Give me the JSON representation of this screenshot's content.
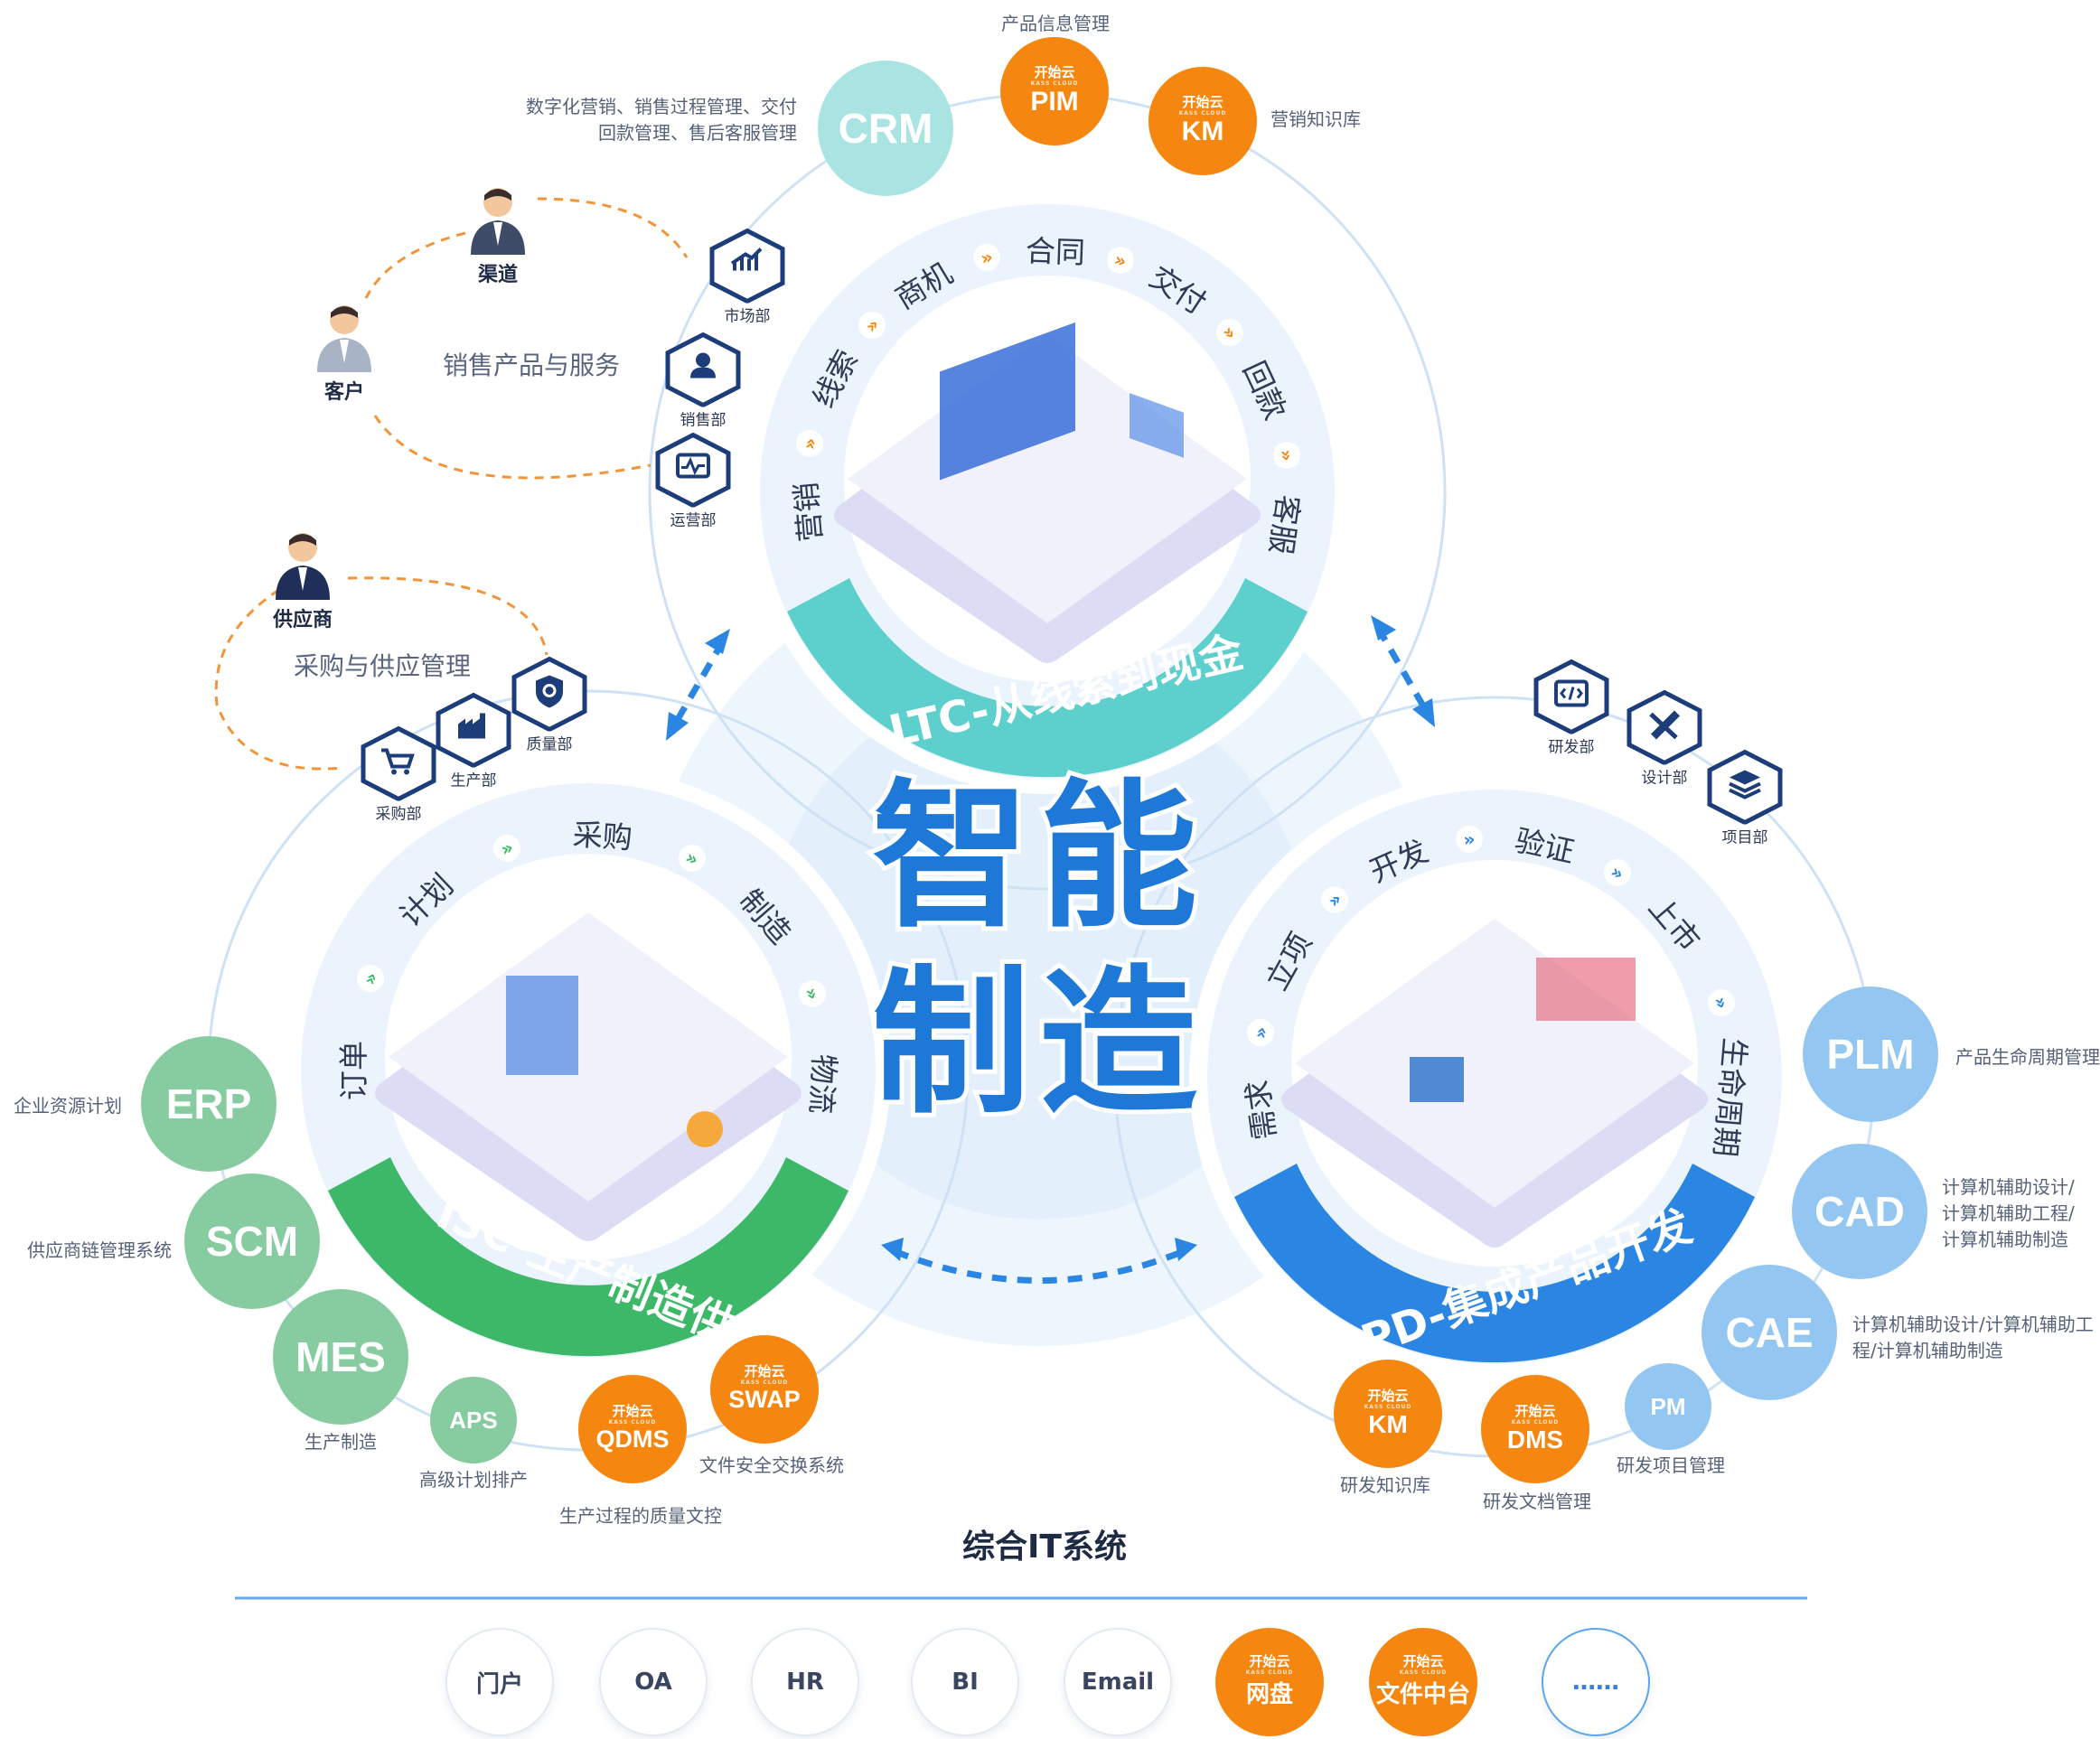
{
  "center_title": {
    "line1": "智能",
    "line2": "制造"
  },
  "brand": {
    "name": "开始云",
    "sub": "KASS CLOUD"
  },
  "ltc": {
    "band_label": "LTC-从线索到现金",
    "steps": [
      "营销",
      "线索",
      "商机",
      "合同",
      "交付",
      "回款",
      "客服"
    ],
    "departments": [
      "市场部",
      "销售部",
      "运营部"
    ],
    "stakeholders": [
      "渠道",
      "客户"
    ],
    "bubble_text": "销售产品与服务",
    "systems": [
      {
        "name": "CRM",
        "desc": [
          "数字化营销、销售过程管理、交付",
          "回款管理、售后客服管理"
        ]
      },
      {
        "name": "PIM",
        "desc": [
          "产品信息管理"
        ]
      },
      {
        "name": "KM",
        "desc": [
          "营销知识库"
        ]
      }
    ]
  },
  "isc": {
    "band_label": "ISC-生产制造供应链",
    "steps": [
      "订单",
      "计划",
      "采购",
      "制造",
      "物流"
    ],
    "departments": [
      "质量部",
      "生产部",
      "采购部"
    ],
    "stakeholders": [
      "供应商"
    ],
    "bubble_text": "采购与供应管理",
    "systems": [
      {
        "name": "ERP",
        "desc": [
          "企业资源计划"
        ]
      },
      {
        "name": "SCM",
        "desc": [
          "供应商链管理系统"
        ]
      },
      {
        "name": "MES",
        "desc": [
          "生产制造"
        ]
      },
      {
        "name": "APS",
        "desc": [
          "高级计划排产"
        ]
      },
      {
        "name": "QDMS",
        "desc": [
          "生产过程的质量文控"
        ]
      },
      {
        "name": "SWAP",
        "desc": [
          "文件安全交换系统"
        ]
      }
    ]
  },
  "ipd": {
    "band_label": "IPD-集成产品开发",
    "steps": [
      "需求",
      "立项",
      "开发",
      "验证",
      "上市",
      "生命周期"
    ],
    "departments": [
      "研发部",
      "设计部",
      "项目部"
    ],
    "systems": [
      {
        "name": "PLM",
        "desc": [
          "产品生命周期管理"
        ]
      },
      {
        "name": "CAD",
        "desc": [
          "计算机辅助设计/",
          "计算机辅助工程/",
          "计算机辅助制造"
        ]
      },
      {
        "name": "CAE",
        "desc": [
          "计算机辅助设计/计算机辅助工",
          "程/计算机辅助制造"
        ]
      },
      {
        "name": "PM",
        "desc": [
          "研发项目管理"
        ]
      },
      {
        "name": "KM",
        "desc": [
          "研发知识库"
        ]
      },
      {
        "name": "DMS",
        "desc": [
          "研发文档管理"
        ]
      }
    ]
  },
  "it_systems": {
    "title": "综合IT系统",
    "items": [
      "门户",
      "OA",
      "HR",
      "BI",
      "Email",
      "网盘",
      "文件中台",
      "……"
    ]
  },
  "colors": {
    "ltc": "#5dcfcc",
    "isc": "#3cb868",
    "ipd": "#2b85e2",
    "orange": "#f5860f",
    "title": "#1e78d8"
  }
}
